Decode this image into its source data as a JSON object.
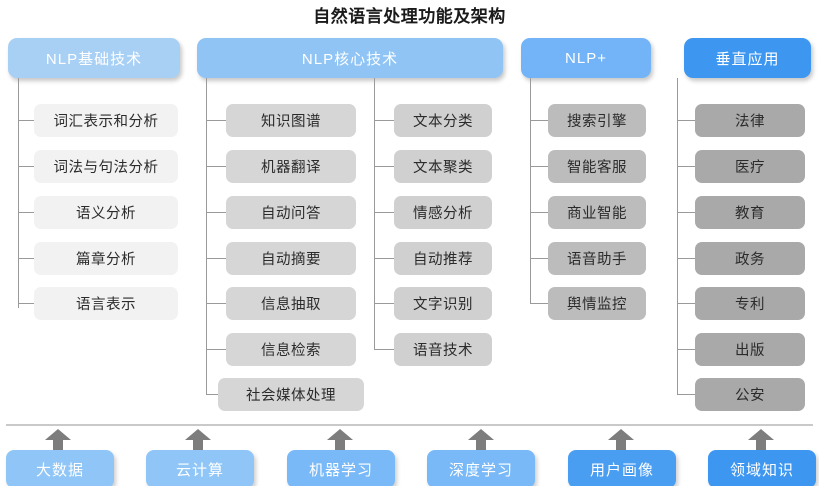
{
  "title": "自然语言处理功能及架构",
  "colors": {
    "header_nlp_basic": "#a8d0f5",
    "header_nlp_core": "#8fc4f5",
    "header_nlp_plus": "#72b4f7",
    "header_vertical": "#3d97f0",
    "item_col1": "#f2f2f2",
    "item_col2": "#d6d6d6",
    "item_col3": "#d0d0d0",
    "item_col4": "#bcbcbc",
    "item_col5": "#a9a9a9",
    "line": "#9a9a9a",
    "arrow": "#7d7d7d",
    "foundation_light": "#8fc6f7",
    "foundation_mid": "#79b9f7",
    "foundation_dark": "#4a9ef2",
    "title_text": "#1a1a1a"
  },
  "columns": [
    {
      "id": "nlp-basic",
      "header": "NLP基础技术",
      "header_color": "#a8d0f5",
      "item_color": "#f2f2f2",
      "items": [
        "词汇表示和分析",
        "词法与句法分析",
        "语义分析",
        "篇章分析",
        "语言表示"
      ]
    },
    {
      "id": "nlp-core-left",
      "header": "NLP核心技术",
      "header_color": "#8fc4f5",
      "item_color": "#d6d6d6",
      "items": [
        "知识图谱",
        "机器翻译",
        "自动问答",
        "自动摘要",
        "信息抽取",
        "信息检索",
        "社会媒体处理"
      ]
    },
    {
      "id": "nlp-core-right",
      "header": "",
      "header_color": "#8fc4f5",
      "item_color": "#d0d0d0",
      "items": [
        "文本分类",
        "文本聚类",
        "情感分析",
        "自动推荐",
        "文字识别",
        "语音技术"
      ]
    },
    {
      "id": "nlp-plus",
      "header": "NLP+",
      "header_color": "#72b4f7",
      "item_color": "#bcbcbc",
      "items": [
        "搜索引擎",
        "智能客服",
        "商业智能",
        "语音助手",
        "舆情监控"
      ]
    },
    {
      "id": "vertical-app",
      "header": "垂直应用",
      "header_color": "#3d97f0",
      "item_color": "#a9a9a9",
      "items": [
        "法律",
        "医疗",
        "教育",
        "政务",
        "专利",
        "出版",
        "公安"
      ]
    }
  ],
  "foundation": {
    "items": [
      {
        "label": "大数据",
        "color": "#8fc6f7"
      },
      {
        "label": "云计算",
        "color": "#8fc6f7"
      },
      {
        "label": "机器学习",
        "color": "#79b9f7"
      },
      {
        "label": "深度学习",
        "color": "#79b9f7"
      },
      {
        "label": "用户画像",
        "color": "#4a9ef2"
      },
      {
        "label": "领域知识",
        "color": "#3d97f0"
      }
    ]
  },
  "watermark": ""
}
